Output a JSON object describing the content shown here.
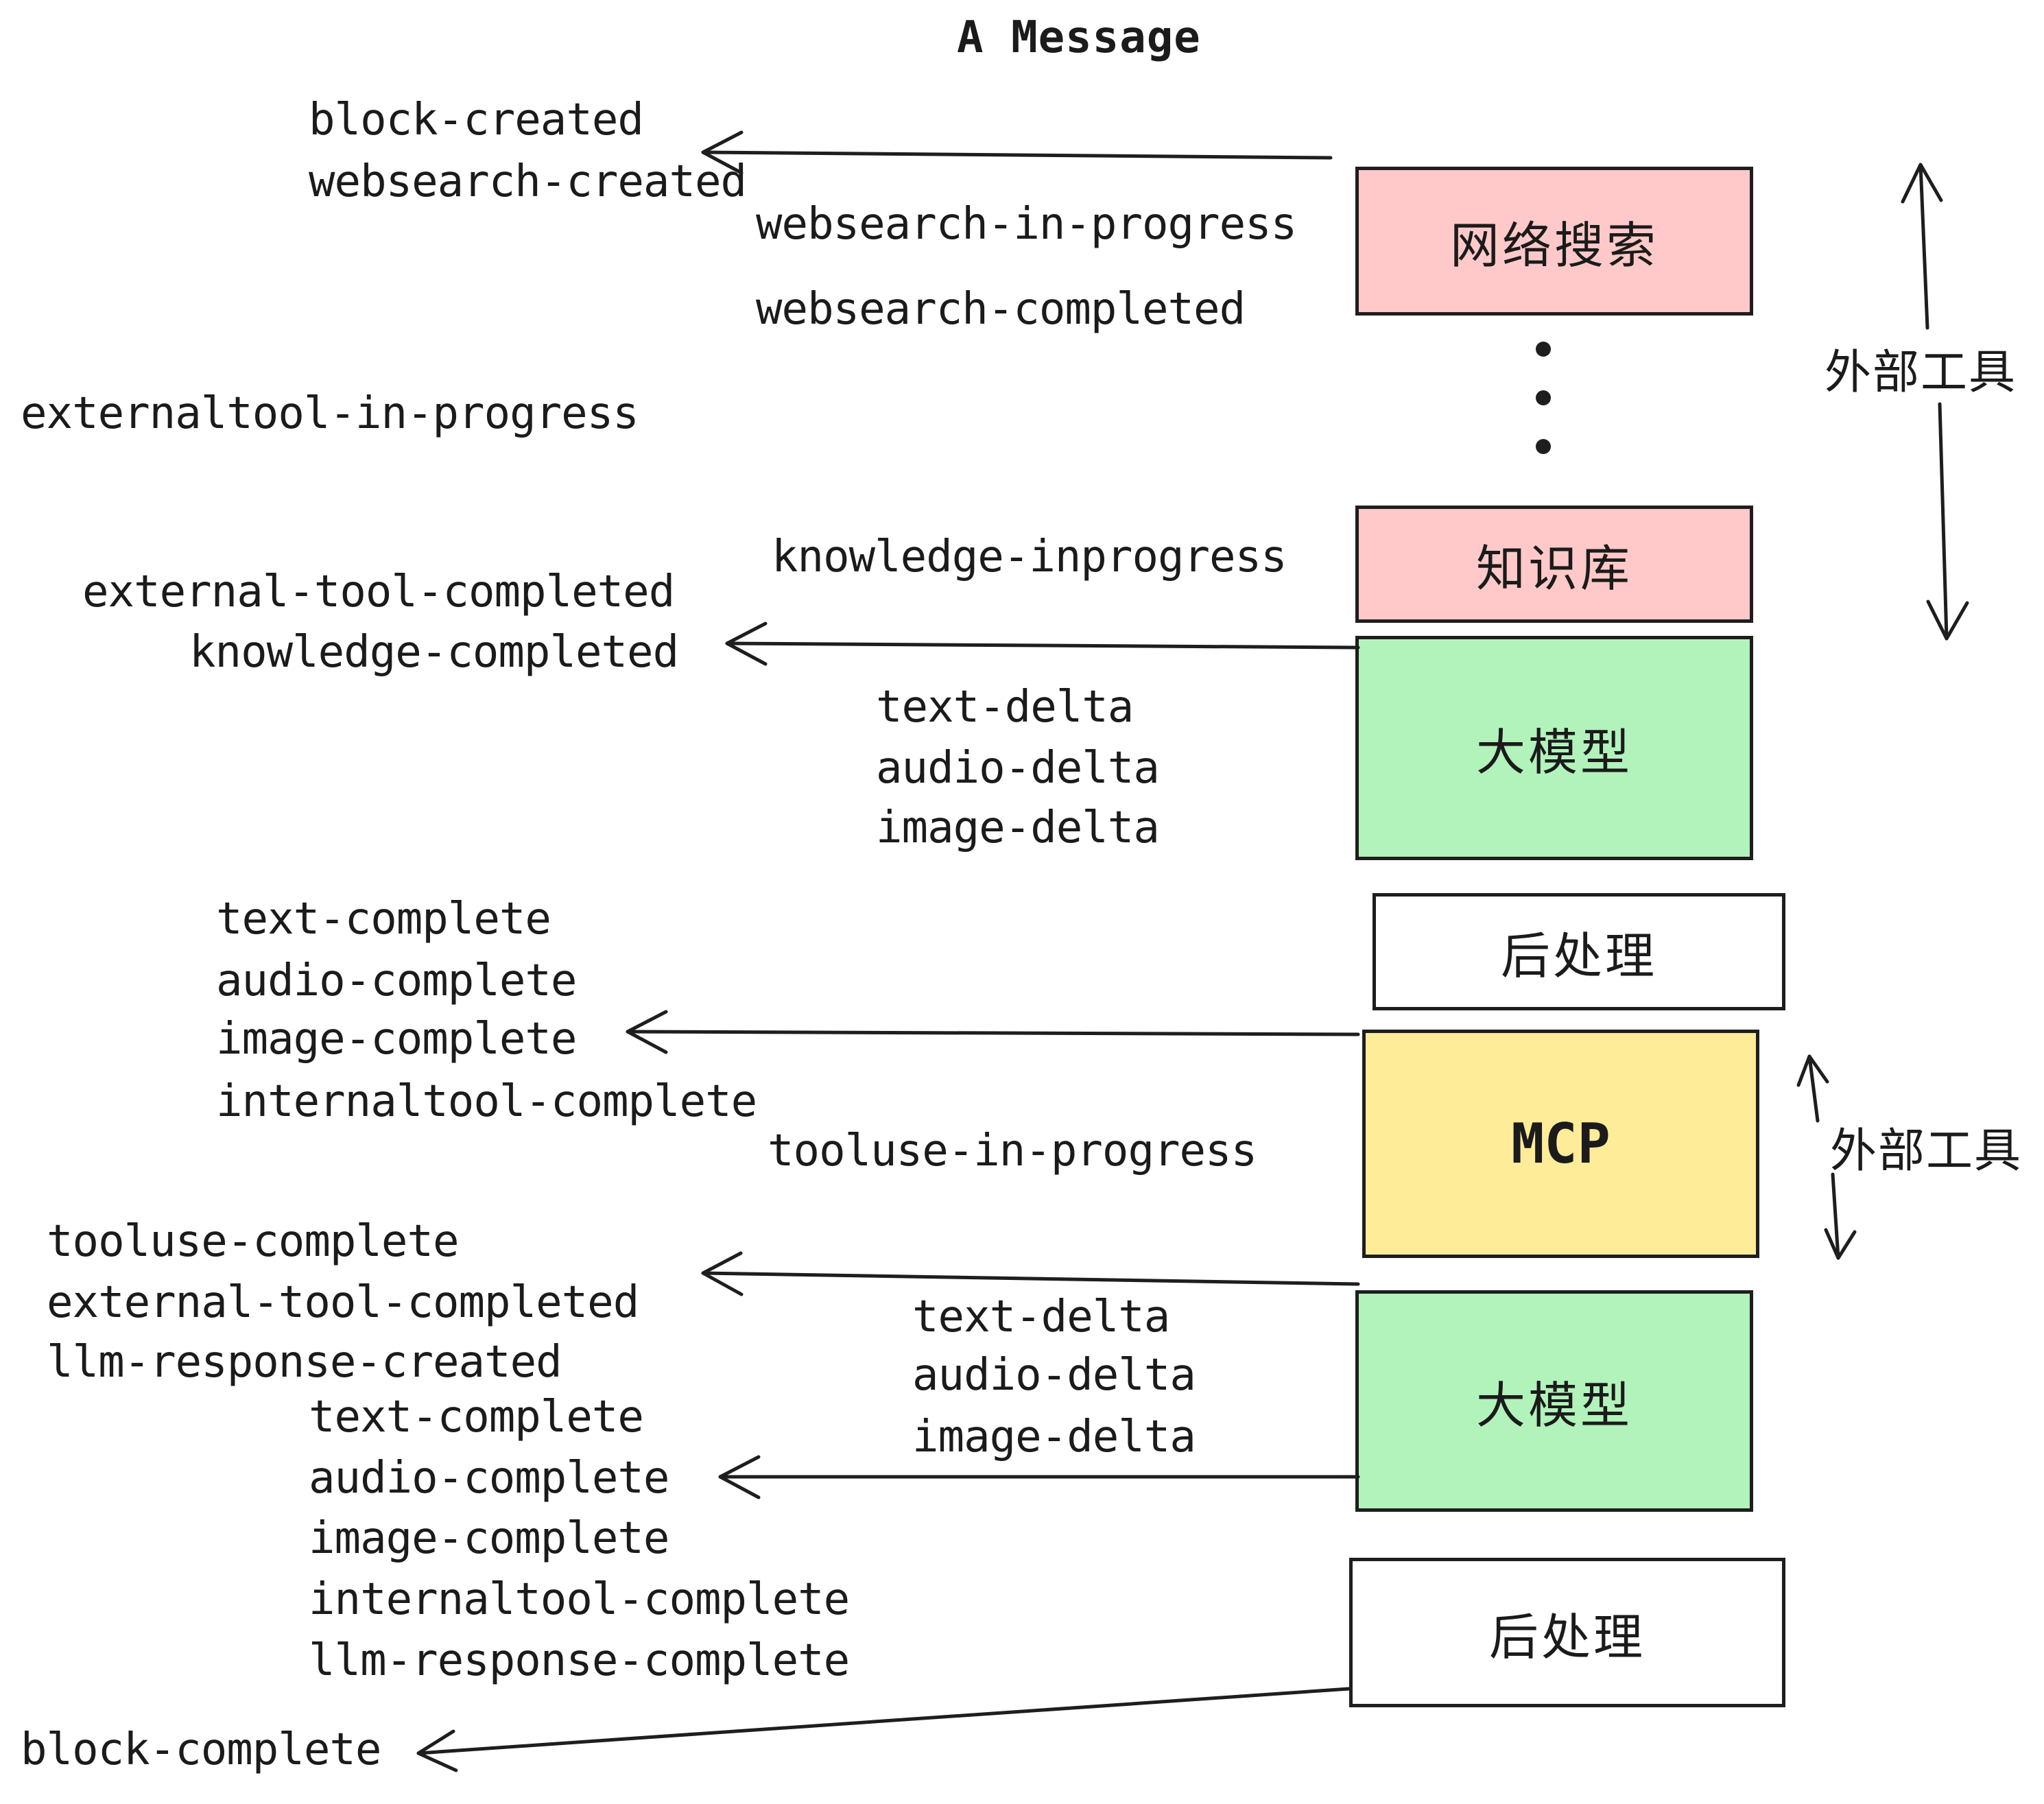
{
  "title": "A Message",
  "boxes": [
    {
      "label": "网络搜索",
      "fill": "#ffc9c9"
    },
    {
      "label": "知识库",
      "fill": "#ffc9c9"
    },
    {
      "label": "大模型",
      "fill": "#b2f2bb"
    },
    {
      "label": "后处理",
      "fill": "#ffffff"
    },
    {
      "label": "MCP",
      "fill": "#ffec99"
    },
    {
      "label": "大模型",
      "fill": "#b2f2bb"
    },
    {
      "label": "后处理",
      "fill": "#ffffff"
    }
  ],
  "side_labels": [
    "外部工具",
    "外部工具"
  ],
  "events": [
    "block-created",
    "websearch-created",
    "websearch-in-progress",
    "websearch-completed",
    "externaltool-in-progress",
    "knowledge-inprogress",
    "external-tool-completed",
    "knowledge-completed",
    "text-delta",
    "audio-delta",
    "image-delta",
    "text-complete",
    "audio-complete",
    "image-complete",
    "internaltool-complete",
    "tooluse-in-progress",
    "tooluse-complete",
    "external-tool-completed",
    "llm-response-created",
    "text-delta",
    "audio-delta",
    "image-delta",
    "text-complete",
    "audio-complete",
    "image-complete",
    "internaltool-complete",
    "llm-response-complete",
    "block-complete"
  ],
  "palette": {
    "box_pink": "#ffc9c9",
    "box_green": "#b2f2bb",
    "box_yellow": "#ffec99",
    "box_white": "#ffffff",
    "stroke": "#1e1e1e",
    "background": "#ffffff"
  }
}
